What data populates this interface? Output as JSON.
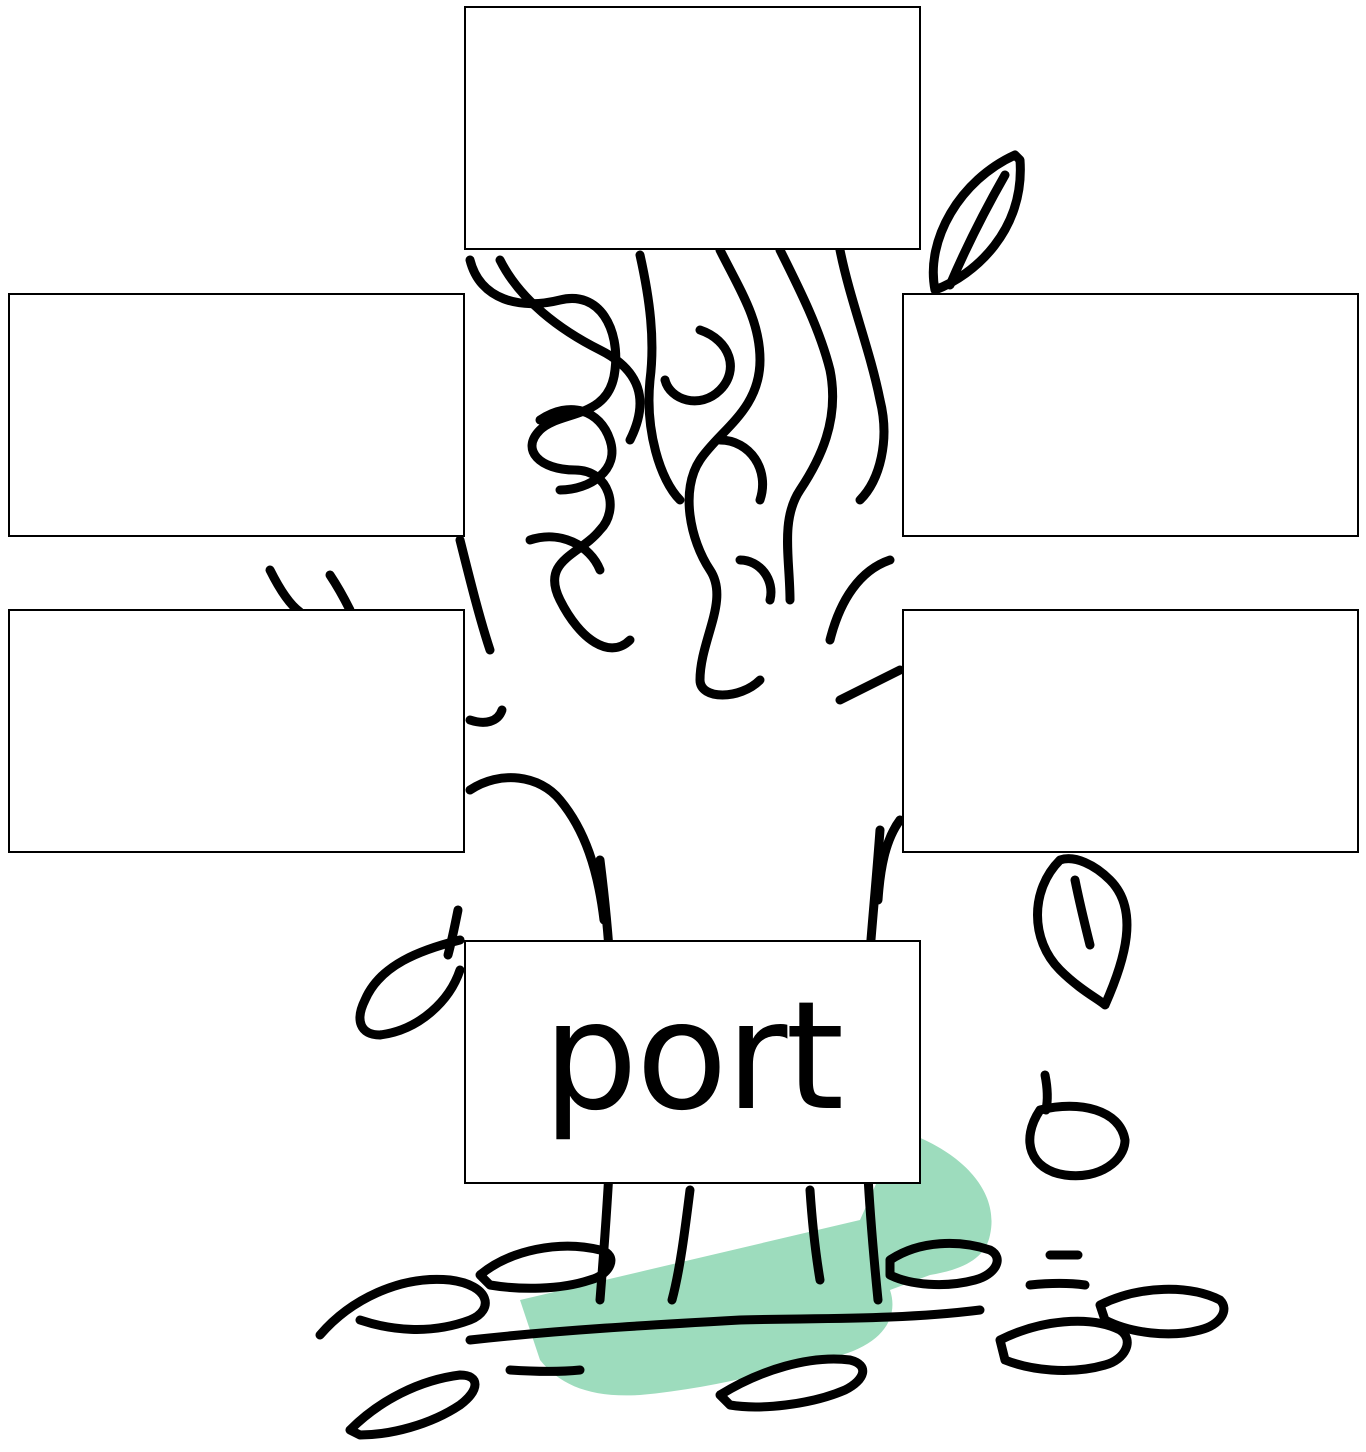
{
  "root_word": "port",
  "boxes": [
    {
      "id": "top",
      "text": ""
    },
    {
      "id": "left-upper",
      "text": ""
    },
    {
      "id": "right-upper",
      "text": ""
    },
    {
      "id": "left-lower",
      "text": ""
    },
    {
      "id": "right-lower",
      "text": ""
    }
  ],
  "colors": {
    "outline": "#000000",
    "ground_accent": "#9ddcbd",
    "background": "#ffffff"
  }
}
